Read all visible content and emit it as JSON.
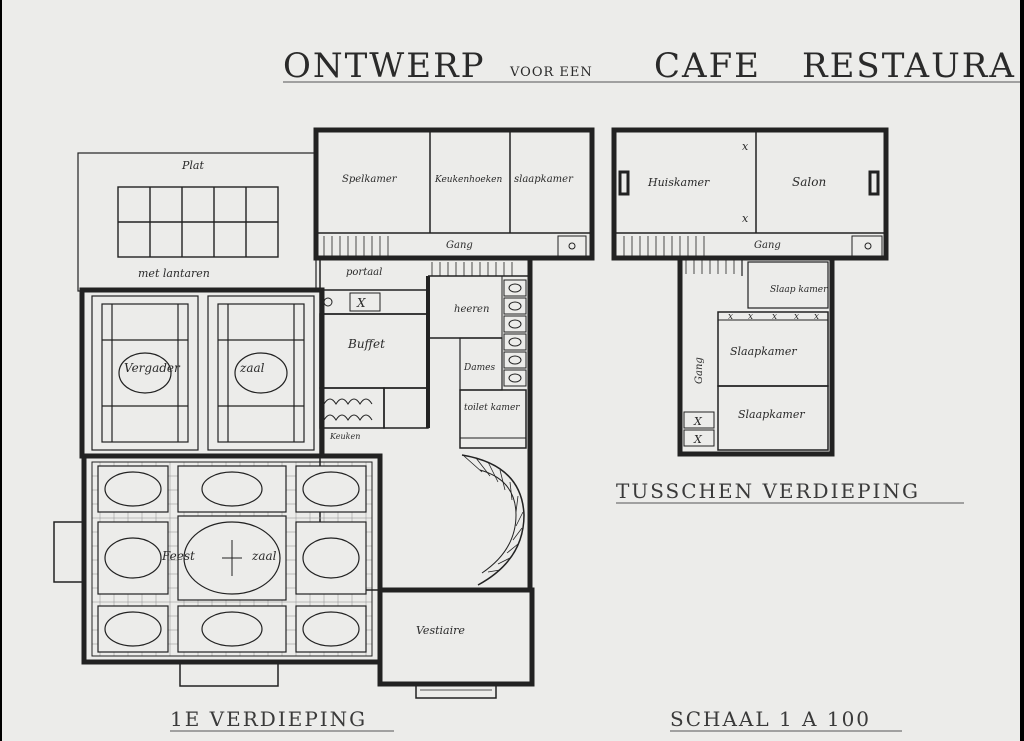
{
  "title": {
    "part1": "ONTWERP",
    "part2": "VOOR EEN",
    "part3": "CAFE",
    "part4": "RESTAURA"
  },
  "labels": {
    "first_floor": "1E VERDIEPING",
    "mezzanine": "TUSSCHEN VERDIEPING",
    "scale": "SCHAAL 1 A 100"
  },
  "rooms": {
    "plat": "Plat",
    "lantaren": "met lantaren",
    "spelkamer": "Spelkamer",
    "keuken": "Keukenhoeken",
    "slaapkamer_top": "slaapkamer",
    "gang_first": "Gang",
    "portaal": "portaal",
    "heeren": "heeren",
    "buffet": "Buffet",
    "dames": "Dames",
    "toilet": "toilet kamer",
    "vergader": "Vergader",
    "zaal": "zaal",
    "feest": "Feest",
    "feest_zaal": "zaal",
    "kitchen_small": "Keuken",
    "vestiaire": "Vestiaire",
    "huiskamer": "Huiskamer",
    "salon": "Salon",
    "gang_mezz": "Gang",
    "slaapkamer_small": "Slaap kamer",
    "gang_vertical": "Gang",
    "slaapkamer_mid": "Slaapkamer",
    "slaapkamer_low": "Slaapkamer"
  }
}
